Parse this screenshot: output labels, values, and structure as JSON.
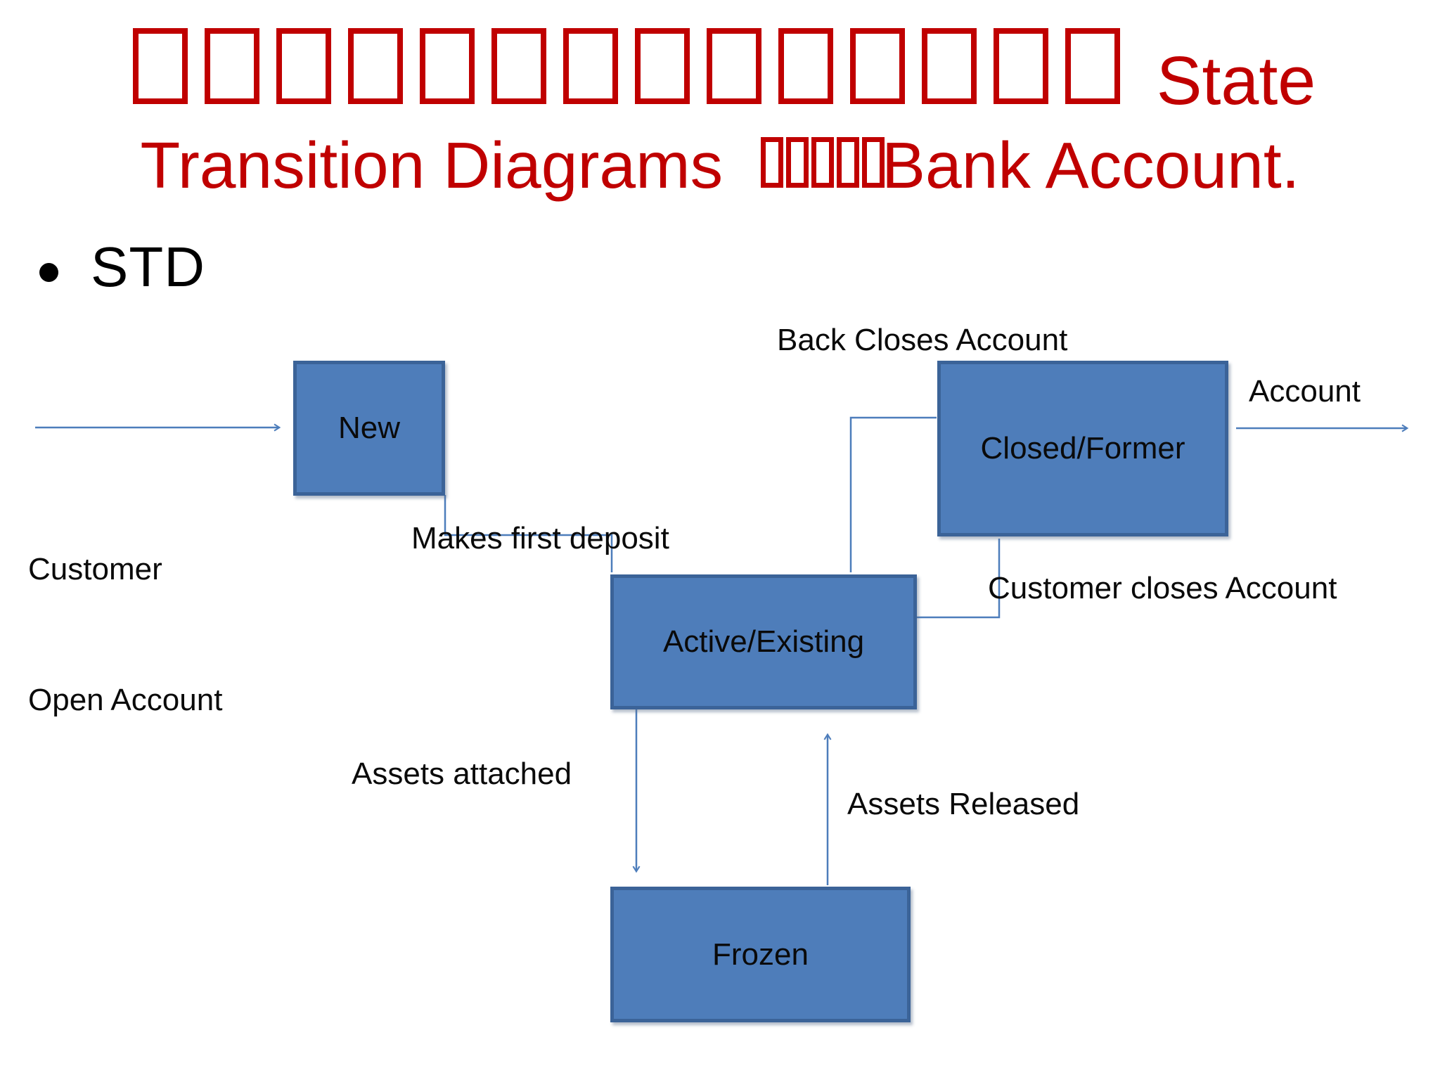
{
  "colors": {
    "title_red": "#C00000",
    "state_fill": "#4E7DBA",
    "state_border": "#3B6398",
    "connector_blue": "#4D7DBB",
    "text_black": "#0a0a0a"
  },
  "title": {
    "line1_missing_glyph_count": 14,
    "line1_text": "State",
    "line2_prefix": "Transition Diagrams ",
    "line2_missing_glyph_count": 5,
    "line2_suffix": "Bank Account."
  },
  "bullet": {
    "label": "STD"
  },
  "diagram": {
    "states": {
      "new": "New",
      "active": "Active/Existing",
      "closed": "Closed/Former",
      "frozen": "Frozen"
    },
    "labels": {
      "customer_open_line1": "Customer",
      "customer_open_line2": "Open Account",
      "makes_first_deposit": "Makes first deposit",
      "back_closes": "Back Closes Account",
      "customer_closes": "Customer closes Account",
      "account_exit": "Account",
      "assets_attached": "Assets attached",
      "assets_released": "Assets Released"
    }
  }
}
